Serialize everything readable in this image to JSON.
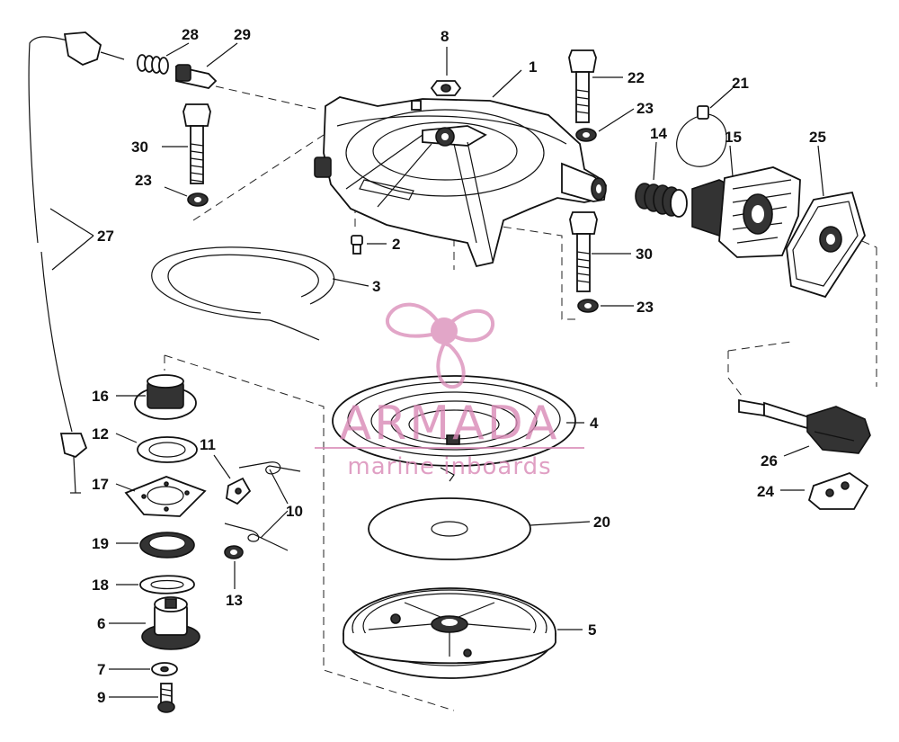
{
  "watermark": {
    "brand": "ARMADA",
    "tagline": "marine inboards",
    "color": "#d989b6"
  },
  "callouts": [
    {
      "id": "1",
      "label": "1"
    },
    {
      "id": "2",
      "label": "2"
    },
    {
      "id": "3",
      "label": "3"
    },
    {
      "id": "4",
      "label": "4"
    },
    {
      "id": "5",
      "label": "5"
    },
    {
      "id": "6",
      "label": "6"
    },
    {
      "id": "7",
      "label": "7"
    },
    {
      "id": "8",
      "label": "8"
    },
    {
      "id": "9",
      "label": "9"
    },
    {
      "id": "10",
      "label": "10"
    },
    {
      "id": "11",
      "label": "11"
    },
    {
      "id": "12",
      "label": "12"
    },
    {
      "id": "13",
      "label": "13"
    },
    {
      "id": "14",
      "label": "14"
    },
    {
      "id": "15",
      "label": "15"
    },
    {
      "id": "16",
      "label": "16"
    },
    {
      "id": "17",
      "label": "17"
    },
    {
      "id": "18",
      "label": "18"
    },
    {
      "id": "19",
      "label": "19"
    },
    {
      "id": "20",
      "label": "20"
    },
    {
      "id": "21",
      "label": "21"
    },
    {
      "id": "22",
      "label": "22"
    },
    {
      "id": "23a",
      "label": "23"
    },
    {
      "id": "23b",
      "label": "23"
    },
    {
      "id": "23c",
      "label": "23"
    },
    {
      "id": "24",
      "label": "24"
    },
    {
      "id": "25",
      "label": "25"
    },
    {
      "id": "26",
      "label": "26"
    },
    {
      "id": "27",
      "label": "27"
    },
    {
      "id": "28",
      "label": "28"
    },
    {
      "id": "29",
      "label": "29"
    },
    {
      "id": "30a",
      "label": "30"
    },
    {
      "id": "30b",
      "label": "30"
    }
  ]
}
